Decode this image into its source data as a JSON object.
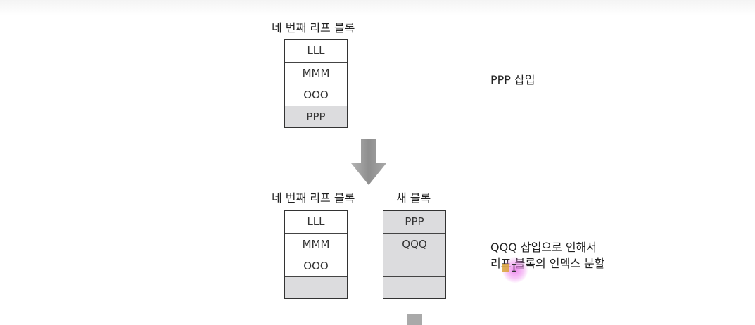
{
  "top": {
    "block_title": "네 번째 리프 블록",
    "cells": [
      "LLL",
      "MMM",
      "OOO",
      "PPP"
    ],
    "note": "PPP 삽입"
  },
  "bottom": {
    "left_block_title": "네 번째 리프 블록",
    "left_cells": [
      "LLL",
      "MMM",
      "OOO",
      ""
    ],
    "right_block_title": "새 블록",
    "right_cells": [
      "PPP",
      "QQQ",
      "",
      ""
    ],
    "note_line1": "QQQ 삽입으로 인해서",
    "note_line2": "리프 블록의 인덱스 분할"
  },
  "colors": {
    "arrow": "#9a9a9a",
    "shaded_cell": "#dcdcde",
    "border": "#333333"
  }
}
